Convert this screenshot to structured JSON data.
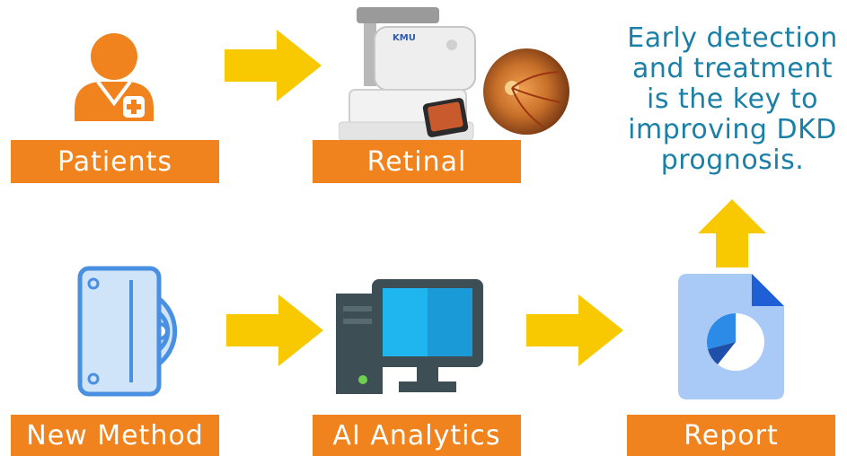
{
  "colors": {
    "label_bg": "#f0831e",
    "label_text": "#ffffff",
    "arrow": "#f8c800",
    "headline": "#1b7fa6",
    "icon_orange": "#f0831e",
    "icon_blue": "#4a90e2"
  },
  "nodes": {
    "patients": {
      "label": "Patients",
      "icon": "patient-icon"
    },
    "retinal": {
      "label": "Retinal",
      "icon": "fundus-camera-icon",
      "device_brand": "KMU"
    },
    "new_method": {
      "label": "New Method",
      "icon": "disk-drive-icon"
    },
    "ai_analytics": {
      "label": "AI Analytics",
      "icon": "computer-icon"
    },
    "report": {
      "label": "Report",
      "icon": "report-document-icon"
    }
  },
  "headline": {
    "lines": [
      "Early detection",
      "and treatment",
      "is the key to",
      "improving DKD",
      "prognosis."
    ]
  }
}
